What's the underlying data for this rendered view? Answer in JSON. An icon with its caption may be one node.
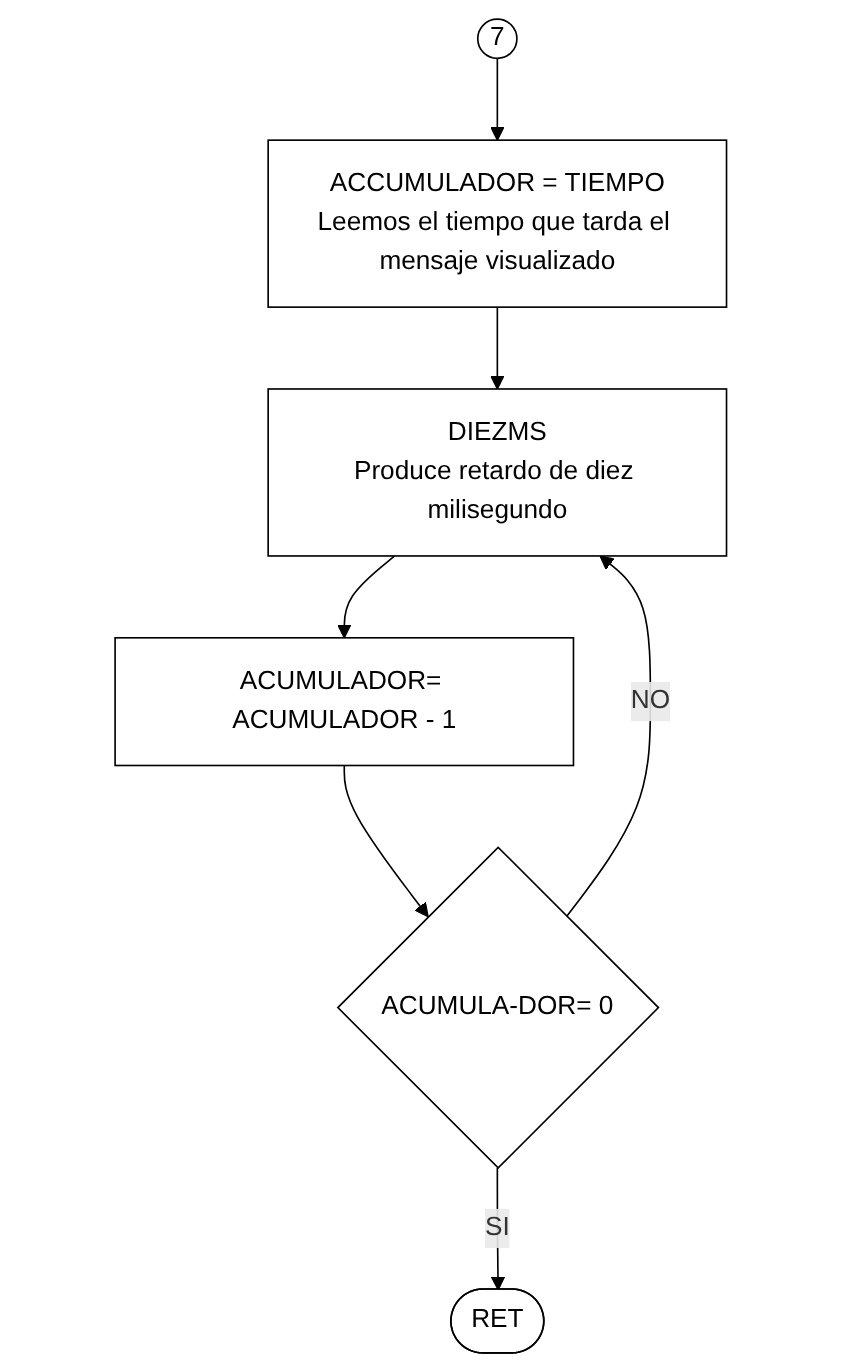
{
  "diagram": {
    "nodes": [
      {
        "text": [
          "7"
        ]
      },
      {
        "text": [
          "ACCUMULADOR = TIEMPO",
          "Leemos el tiempo que tarda el mensaje visualizado"
        ]
      },
      {
        "text": [
          "DIEZMS",
          "Produce retardo de diez milisegundo"
        ]
      },
      {
        "text": [
          "ACUMULADOR= ACUMULADOR - 1"
        ]
      },
      {
        "text": [
          "ACUMULA-DOR= 0"
        ]
      },
      {
        "text": [
          "RET"
        ]
      }
    ],
    "edges": [
      {
        "from": 0,
        "to": 1,
        "arrow": "to"
      },
      {
        "from": 1,
        "to": 2,
        "arrow": "to"
      },
      {
        "from": 2,
        "to": 3,
        "arrow": "to"
      },
      {
        "from": 3,
        "to": 4,
        "arrow": "to"
      },
      {
        "from": 4,
        "to": 5,
        "arrow": "to",
        "label": "SI"
      },
      {
        "from": 4,
        "to": 2,
        "arrow": "to",
        "label": "NO"
      }
    ]
  }
}
